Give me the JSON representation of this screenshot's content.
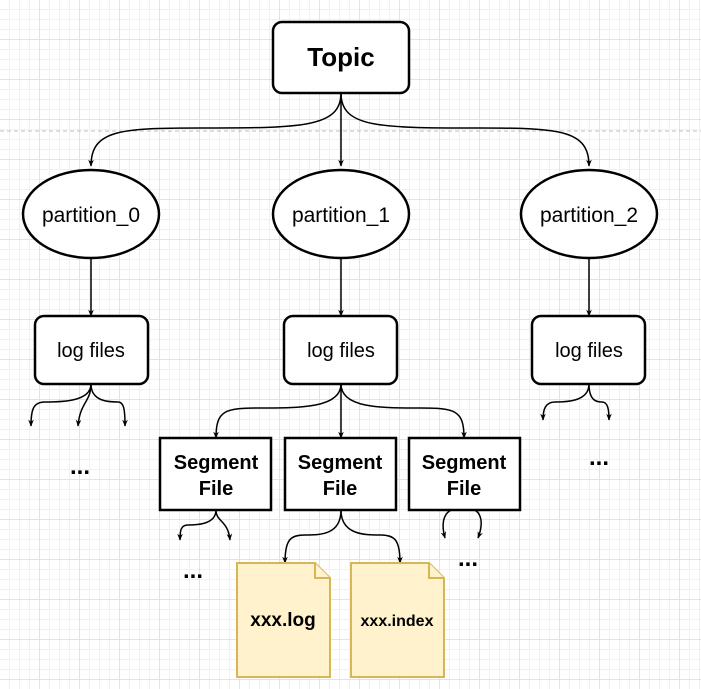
{
  "topic": {
    "label": "Topic"
  },
  "partitions": [
    {
      "label": "partition_0"
    },
    {
      "label": "partition_1"
    },
    {
      "label": "partition_2"
    }
  ],
  "log_files": [
    {
      "label": "log files"
    },
    {
      "label": "log files"
    },
    {
      "label": "log files"
    }
  ],
  "segments": [
    {
      "line1": "Segment",
      "line2": "File"
    },
    {
      "line1": "Segment",
      "line2": "File"
    },
    {
      "line1": "Segment",
      "line2": "File"
    }
  ],
  "files": [
    {
      "label": "xxx.log"
    },
    {
      "label": "xxx.index"
    }
  ],
  "ellipsis": "...",
  "colors": {
    "stroke": "#000000",
    "file_fill": "#fff2cc",
    "file_stroke": "#d6b656",
    "grid": "#e3e3e3",
    "dashed_line": "#bdbdbd"
  }
}
